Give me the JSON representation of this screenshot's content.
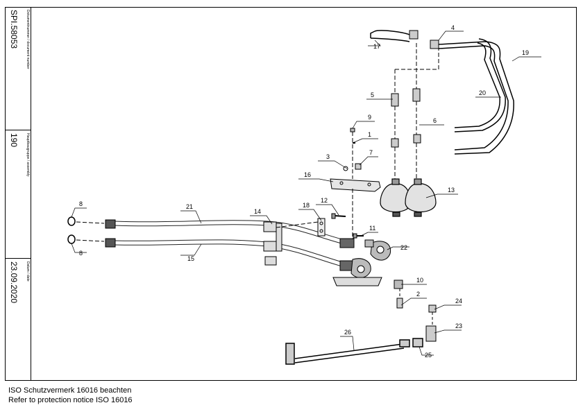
{
  "title_block": {
    "document_number_label": "Dokumentnummer / document number",
    "document_number": "SPI.58053",
    "assembly_label": "Hauptbaugruppe / assembly",
    "assembly": "190",
    "date_label": "Datum / date",
    "date": "23.09.2020"
  },
  "callouts": [
    "1",
    "2",
    "3",
    "4",
    "5",
    "6",
    "7",
    "8",
    "8",
    "9",
    "10",
    "11",
    "12",
    "13",
    "14",
    "15",
    "16",
    "17",
    "18",
    "19",
    "20",
    "21",
    "22",
    "23",
    "24",
    "25",
    "26"
  ],
  "notice": {
    "line1": "ISO Schutzvermerk 16016 beachten",
    "line2": "Refer to protection notice ISO 16016"
  }
}
